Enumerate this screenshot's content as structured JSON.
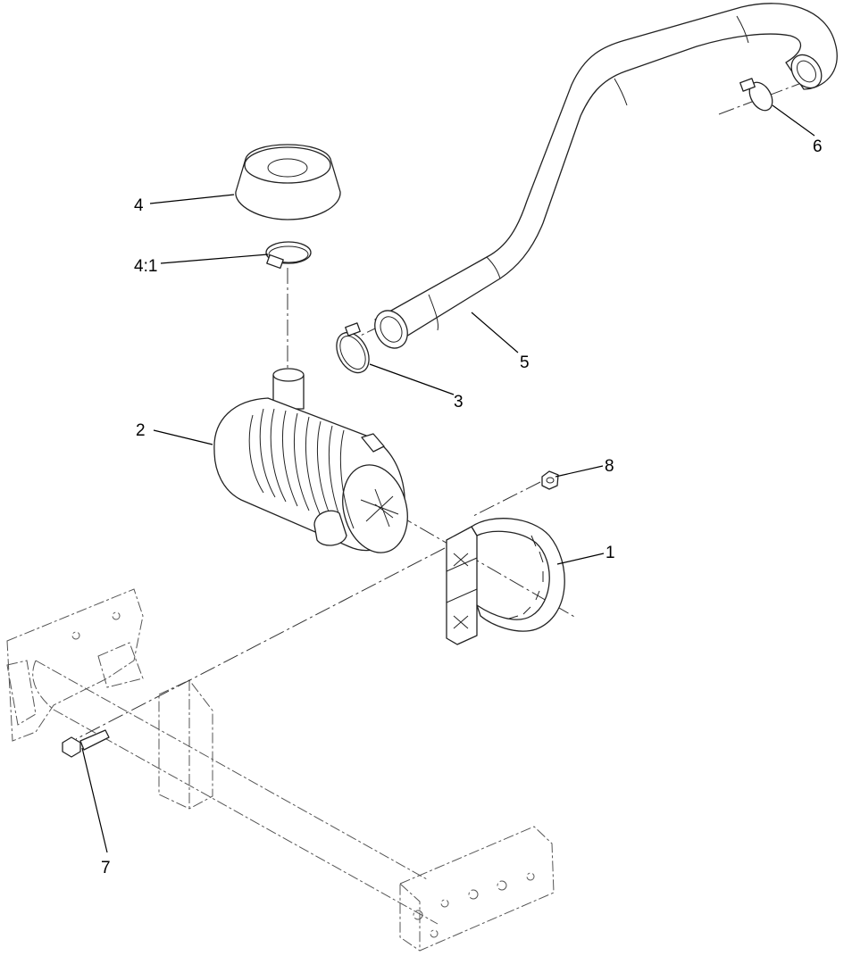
{
  "callouts": {
    "c1": "1",
    "c2": "2",
    "c3": "3",
    "c4": "4",
    "c4_1": "4:1",
    "c5": "5",
    "c6": "6",
    "c7": "7",
    "c8": "8"
  }
}
